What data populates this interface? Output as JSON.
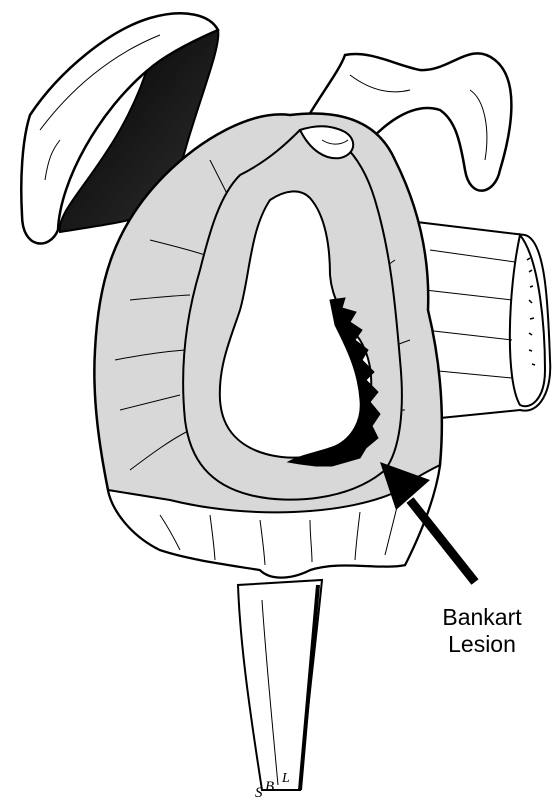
{
  "labels": {
    "lesion_line1": "Bankart",
    "lesion_line2": "Lesion"
  },
  "signature": "SBL",
  "colors": {
    "outline": "#000000",
    "labrum_fill": "#d8d8d8",
    "glenoid_fill": "#ffffff",
    "lesion_fill": "#000000",
    "background": "#ffffff"
  }
}
